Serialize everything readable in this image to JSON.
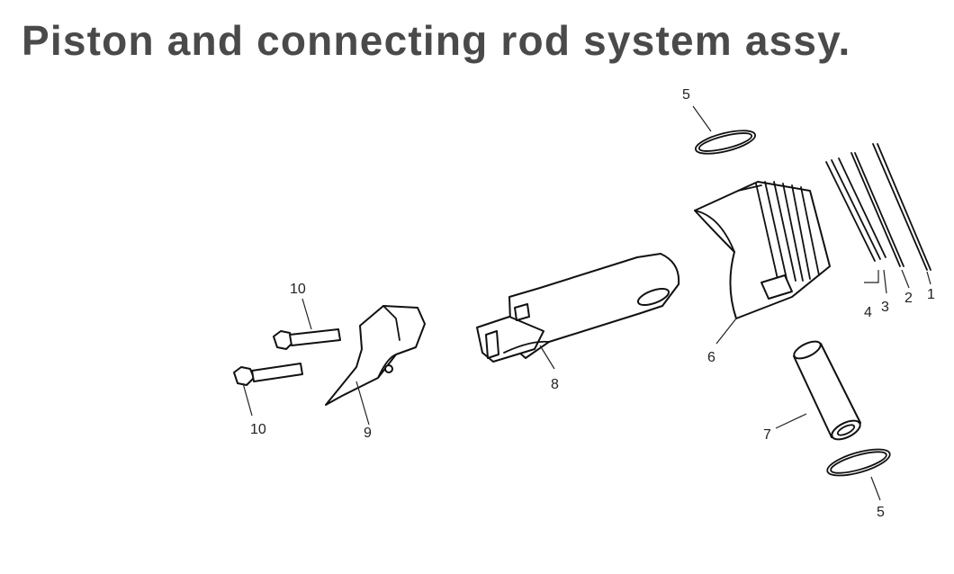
{
  "title": "Piston and connecting rod system assy.",
  "callouts": {
    "ring_1": "1",
    "ring_2": "2",
    "ring_3": "3",
    "ring_4": "4",
    "clip_top": "5",
    "clip_bottom": "5",
    "piston": "6",
    "pin": "7",
    "rod": "8",
    "cap": "9",
    "bolt_top": "10",
    "bolt_bottom": "10"
  }
}
